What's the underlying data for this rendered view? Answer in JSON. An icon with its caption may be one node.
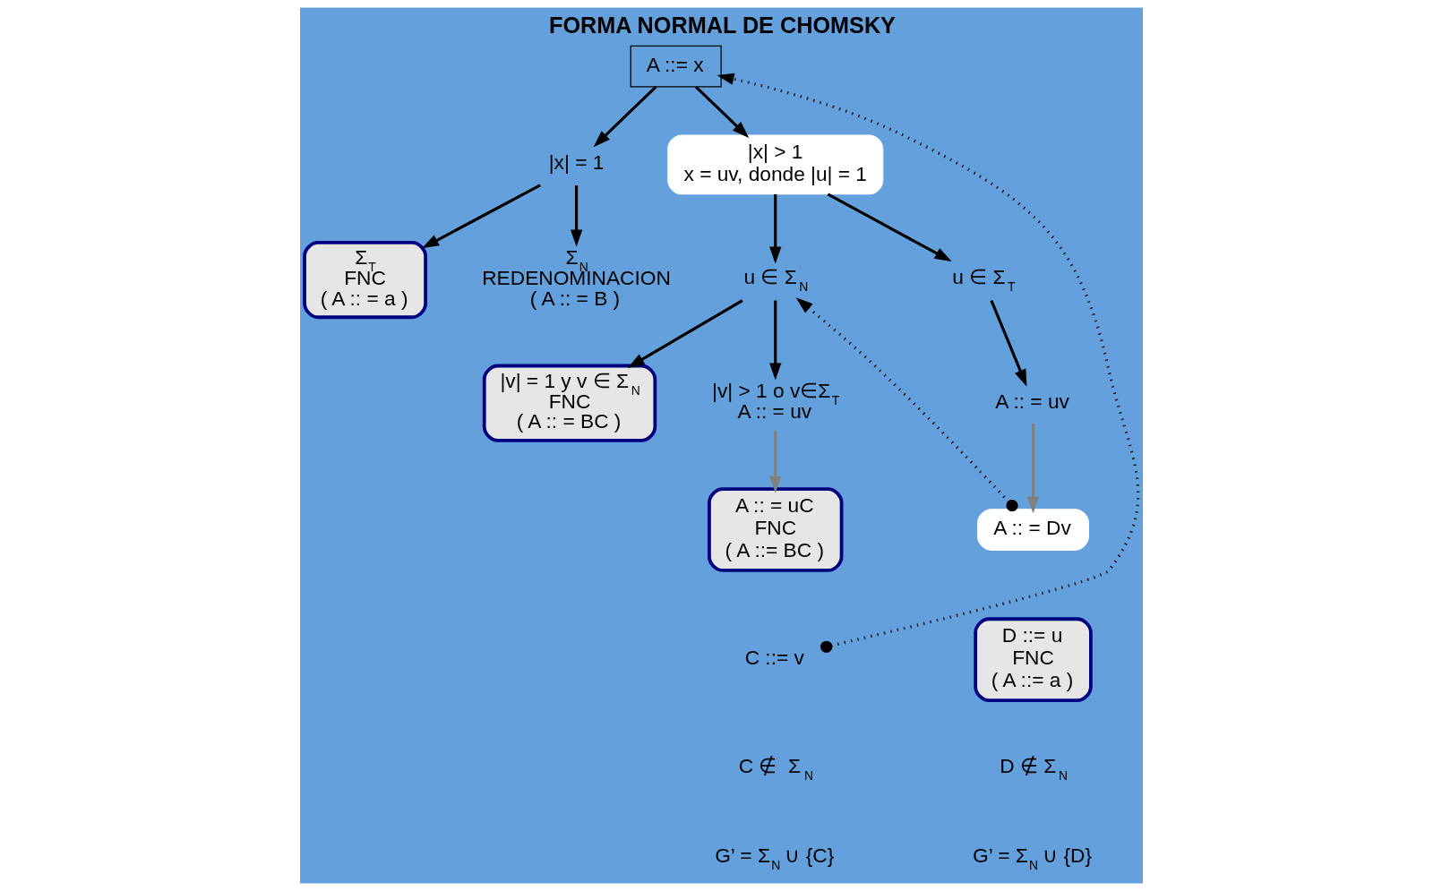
{
  "diagram": {
    "title": "FORMA NORMAL DE CHOMSKY",
    "nodes": [
      {
        "text": [
          "A ::= x"
        ]
      },
      {
        "text": [
          "|x| = 1"
        ]
      },
      {
        "text": [
          "|x| > 1",
          "x = uv, donde |u| = 1"
        ]
      },
      {
        "text": [
          "Σ$_{T}$",
          "FNC",
          "( A :: = a )"
        ]
      },
      {
        "text": [
          "Σ$_{N}$",
          "REDENOMINACION",
          "( A :: = B )"
        ]
      },
      {
        "text": [
          "u ∈ Σ$_{N}$"
        ]
      },
      {
        "text": [
          "u ∈ Σ$_{T}$"
        ]
      },
      {
        "text": [
          "|v| = 1 y v ∈ Σ$_{N}$",
          "FNC",
          "( A :: = BC )"
        ]
      },
      {
        "text": [
          "|v| > 1 o v∈Σ$_{T}$",
          "A :: = uv"
        ]
      },
      {
        "text": [
          "A :: = uv"
        ]
      },
      {
        "text": [
          "A :: = uC",
          "FNC",
          "( A ::= BC )"
        ]
      },
      {
        "text": [
          "C ::= v"
        ]
      },
      {
        "text": [
          "A :: = Dv"
        ]
      },
      {
        "text": [
          "D ::= u",
          "FNC",
          "( A ::= a )"
        ]
      }
    ],
    "edges": [
      {
        "from": 0,
        "to": 1,
        "arrow": "to"
      },
      {
        "from": 0,
        "to": 2,
        "arrow": "to"
      },
      {
        "from": 1,
        "to": 3,
        "arrow": "to"
      },
      {
        "from": 1,
        "to": 4,
        "arrow": "to"
      },
      {
        "from": 2,
        "to": 5,
        "arrow": "to"
      },
      {
        "from": 2,
        "to": 6,
        "arrow": "to"
      },
      {
        "from": 5,
        "to": 7,
        "arrow": "to"
      },
      {
        "from": 5,
        "to": 8,
        "arrow": "to"
      },
      {
        "from": 8,
        "to": 10,
        "arrow": "to",
        "color": "#808080"
      },
      {
        "from": 6,
        "to": 9,
        "arrow": "to"
      },
      {
        "from": 9,
        "to": 12,
        "arrow": "to",
        "color": "#808080"
      },
      {
        "from": 11,
        "to": 0,
        "arrow": "to",
        "style": "dashed"
      },
      {
        "from": 12,
        "to": 5,
        "arrow": "to",
        "style": "dashed"
      }
    ],
    "labels": [
      "C ∉  Σ$_{N}$",
      "G’ = Σ$_{N}$ ∪ {C}",
      "D ∉ Σ$_{N}$",
      "G’ = Σ$_{N}$ ∪ {D}"
    ]
  }
}
